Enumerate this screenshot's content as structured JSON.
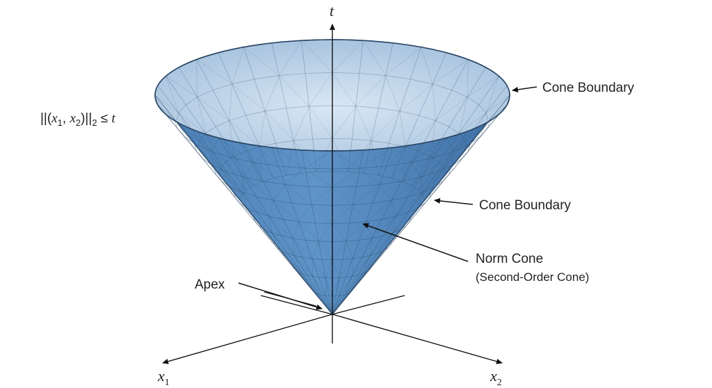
{
  "axes": {
    "t_label": "t",
    "x1_main": "x",
    "x1_sub": "1",
    "x2_main": "x",
    "x2_sub": "2"
  },
  "formula": {
    "open": "||(",
    "x1": "x",
    "sub1": "1",
    "comma": ", ",
    "x2": "x",
    "sub2": "2",
    "close": ")||",
    "norm_sub": "2",
    "rel": " ≤ ",
    "t": "t"
  },
  "labels": {
    "cone_boundary_top": "Cone Boundary",
    "cone_boundary_side": "Cone Boundary",
    "norm_cone_line1": "Norm Cone",
    "norm_cone_line2": "(Second-Order Cone)",
    "apex": "Apex"
  },
  "colors": {
    "cone_outer": "#5b8fc4",
    "cone_inner": "#c9dcee",
    "mesh": "#2f4f6f",
    "axis": "#111111"
  }
}
